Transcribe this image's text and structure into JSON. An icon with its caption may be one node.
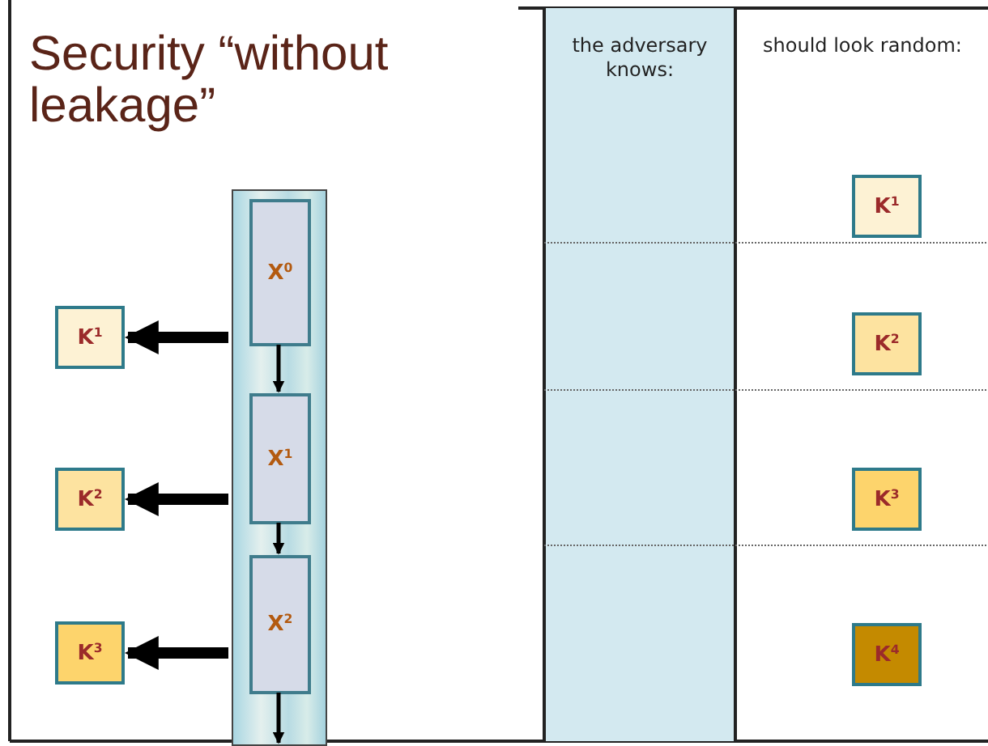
{
  "diagram": {
    "title": "Security “without leakage”",
    "nodes": [
      {
        "text": [],
        "shape": "bar"
      },
      {
        "text": [
          "X$^{0}$"
        ],
        "in": 0
      },
      {
        "text": [
          "X$^{1}$"
        ],
        "in": 0
      },
      {
        "text": [
          "X$^{2}$"
        ],
        "in": 0
      },
      {
        "text": [
          "K$^{1}$"
        ]
      },
      {
        "text": [
          "K$^{2}$"
        ]
      },
      {
        "text": [
          "K$^{3}$"
        ]
      },
      {
        "text": [
          "the adversary knows:"
        ]
      },
      {
        "text": [
          "should look random:"
        ]
      },
      {
        "text": [
          "K$^{1}$"
        ],
        "in": 8
      },
      {
        "text": [
          "K$^{2}$"
        ],
        "in": 8
      },
      {
        "text": [
          "K$^{3}$"
        ],
        "in": 8
      },
      {
        "text": [
          "K$^{4}$"
        ],
        "in": 8
      }
    ],
    "edges": [
      {
        "from": 0,
        "to": 4,
        "arrow": "to",
        "style": "thick"
      },
      {
        "from": 0,
        "to": 5,
        "arrow": "to",
        "style": "thick"
      },
      {
        "from": 0,
        "to": 6,
        "arrow": "to",
        "style": "thick"
      },
      {
        "from": 1,
        "to": 2,
        "arrow": "to"
      },
      {
        "from": 2,
        "to": 3,
        "arrow": "to"
      },
      {
        "from": 3,
        "to": null,
        "arrow": "to"
      }
    ]
  }
}
